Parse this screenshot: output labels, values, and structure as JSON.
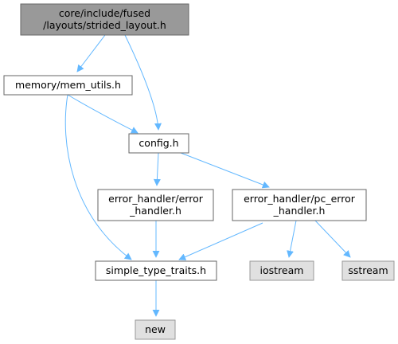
{
  "colors": {
    "edge": "#63b8ff",
    "node_border": "#666666",
    "node_fill": "#ffffff",
    "root_fill": "#999999",
    "root_border": "#666666",
    "external_fill": "#e0e0e0",
    "external_border": "#999999"
  },
  "graph": {
    "nodes": [
      {
        "id": "root",
        "lines": [
          "core/include/fused",
          "/layouts/strided_layout.h"
        ],
        "kind": "root"
      },
      {
        "id": "mem_utils",
        "lines": [
          "memory/mem_utils.h"
        ],
        "kind": "file"
      },
      {
        "id": "config",
        "lines": [
          "config.h"
        ],
        "kind": "file"
      },
      {
        "id": "error_handler",
        "lines": [
          "error_handler/error",
          "_handler.h"
        ],
        "kind": "file"
      },
      {
        "id": "pc_error_handler",
        "lines": [
          "error_handler/pc_error",
          "_handler.h"
        ],
        "kind": "file"
      },
      {
        "id": "simple_type_traits",
        "lines": [
          "simple_type_traits.h"
        ],
        "kind": "file"
      },
      {
        "id": "iostream",
        "lines": [
          "iostream"
        ],
        "kind": "external"
      },
      {
        "id": "sstream",
        "lines": [
          "sstream"
        ],
        "kind": "external"
      },
      {
        "id": "new",
        "lines": [
          "new"
        ],
        "kind": "external"
      }
    ],
    "edges": [
      {
        "from": "root",
        "to": "mem_utils"
      },
      {
        "from": "root",
        "to": "config"
      },
      {
        "from": "mem_utils",
        "to": "config"
      },
      {
        "from": "mem_utils",
        "to": "simple_type_traits"
      },
      {
        "from": "config",
        "to": "error_handler"
      },
      {
        "from": "config",
        "to": "pc_error_handler"
      },
      {
        "from": "error_handler",
        "to": "simple_type_traits"
      },
      {
        "from": "pc_error_handler",
        "to": "simple_type_traits"
      },
      {
        "from": "pc_error_handler",
        "to": "iostream"
      },
      {
        "from": "pc_error_handler",
        "to": "sstream"
      },
      {
        "from": "simple_type_traits",
        "to": "new"
      }
    ]
  }
}
